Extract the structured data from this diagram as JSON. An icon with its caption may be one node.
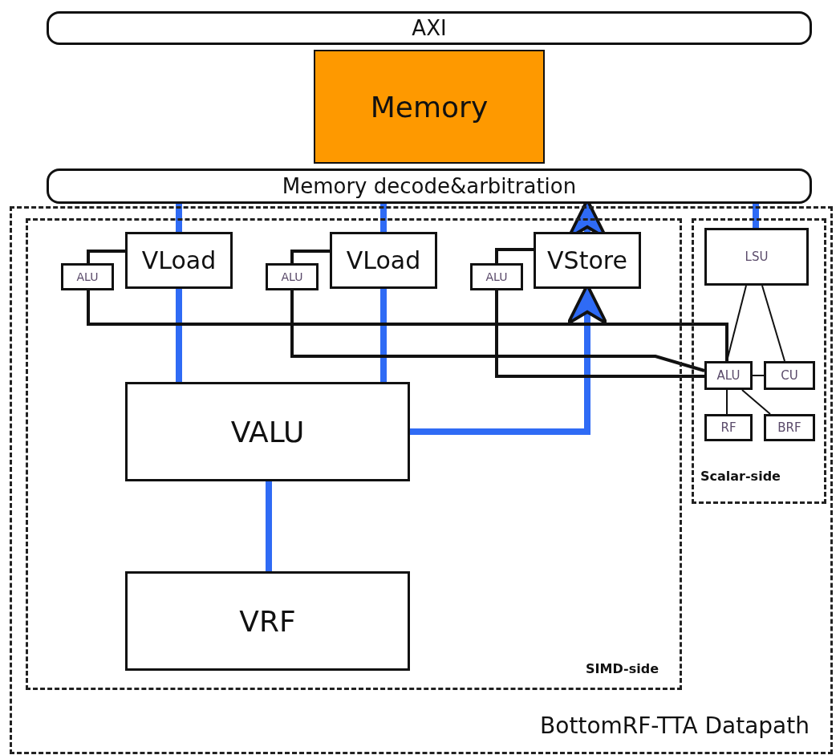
{
  "diagram": {
    "nodes": [
      {
        "text": [
          "AXI"
        ]
      },
      {
        "text": [
          "Memory"
        ]
      },
      {
        "text": [
          "Memory decode&arbitration"
        ]
      },
      {
        "text": [
          "BottomRF-TTA Datapath"
        ]
      },
      {
        "text": [
          "SIMD-side"
        ],
        "in": 3
      },
      {
        "text": [
          "ALU"
        ],
        "in": 4
      },
      {
        "text": [
          "VLoad"
        ],
        "in": 4
      },
      {
        "text": [
          "ALU"
        ],
        "in": 4
      },
      {
        "text": [
          "VLoad"
        ],
        "in": 4
      },
      {
        "text": [
          "ALU"
        ],
        "in": 4
      },
      {
        "text": [
          "VStore"
        ],
        "in": 4
      },
      {
        "text": [
          "VALU"
        ],
        "in": 4
      },
      {
        "text": [
          "VRF"
        ],
        "in": 4
      },
      {
        "text": [
          "Scalar-side"
        ],
        "in": 3
      },
      {
        "text": [
          "LSU"
        ],
        "in": 13
      },
      {
        "text": [
          "ALU"
        ],
        "in": 13
      },
      {
        "text": [
          "CU"
        ],
        "in": 13
      },
      {
        "text": [
          "RF"
        ],
        "in": 13
      },
      {
        "text": [
          "BRF"
        ],
        "in": 13
      }
    ],
    "edges": [
      {
        "from": 2,
        "to": 6,
        "arrow": "none",
        "style": "thick",
        "color": "#2f6bf5"
      },
      {
        "from": 6,
        "to": 11,
        "arrow": "none",
        "style": "thick",
        "color": "#2f6bf5"
      },
      {
        "from": 2,
        "to": 8,
        "arrow": "none",
        "style": "thick",
        "color": "#2f6bf5"
      },
      {
        "from": 8,
        "to": 11,
        "arrow": "none",
        "style": "thick",
        "color": "#2f6bf5"
      },
      {
        "from": 10,
        "to": 2,
        "arrow": "to",
        "style": "thick",
        "color": "#2f6bf5"
      },
      {
        "from": 11,
        "to": 10,
        "arrow": "to",
        "style": "thick",
        "color": "#2f6bf5"
      },
      {
        "from": 11,
        "to": 12,
        "arrow": "none",
        "style": "thick",
        "color": "#2f6bf5"
      },
      {
        "from": 2,
        "to": 14,
        "arrow": "none",
        "style": "thick",
        "color": "#2f6bf5"
      },
      {
        "from": 5,
        "to": 6,
        "arrow": "none"
      },
      {
        "from": 7,
        "to": 8,
        "arrow": "none"
      },
      {
        "from": 9,
        "to": 10,
        "arrow": "none"
      },
      {
        "from": 5,
        "to": 15,
        "arrow": "none"
      },
      {
        "from": 7,
        "to": 15,
        "arrow": "none"
      },
      {
        "from": 9,
        "to": 15,
        "arrow": "none"
      },
      {
        "from": 14,
        "to": 15,
        "arrow": "none"
      },
      {
        "from": 14,
        "to": 16,
        "arrow": "none"
      },
      {
        "from": 15,
        "to": 16,
        "arrow": "none"
      },
      {
        "from": 15,
        "to": 17,
        "arrow": "none"
      },
      {
        "from": 15,
        "to": 18,
        "arrow": "none"
      }
    ]
  }
}
